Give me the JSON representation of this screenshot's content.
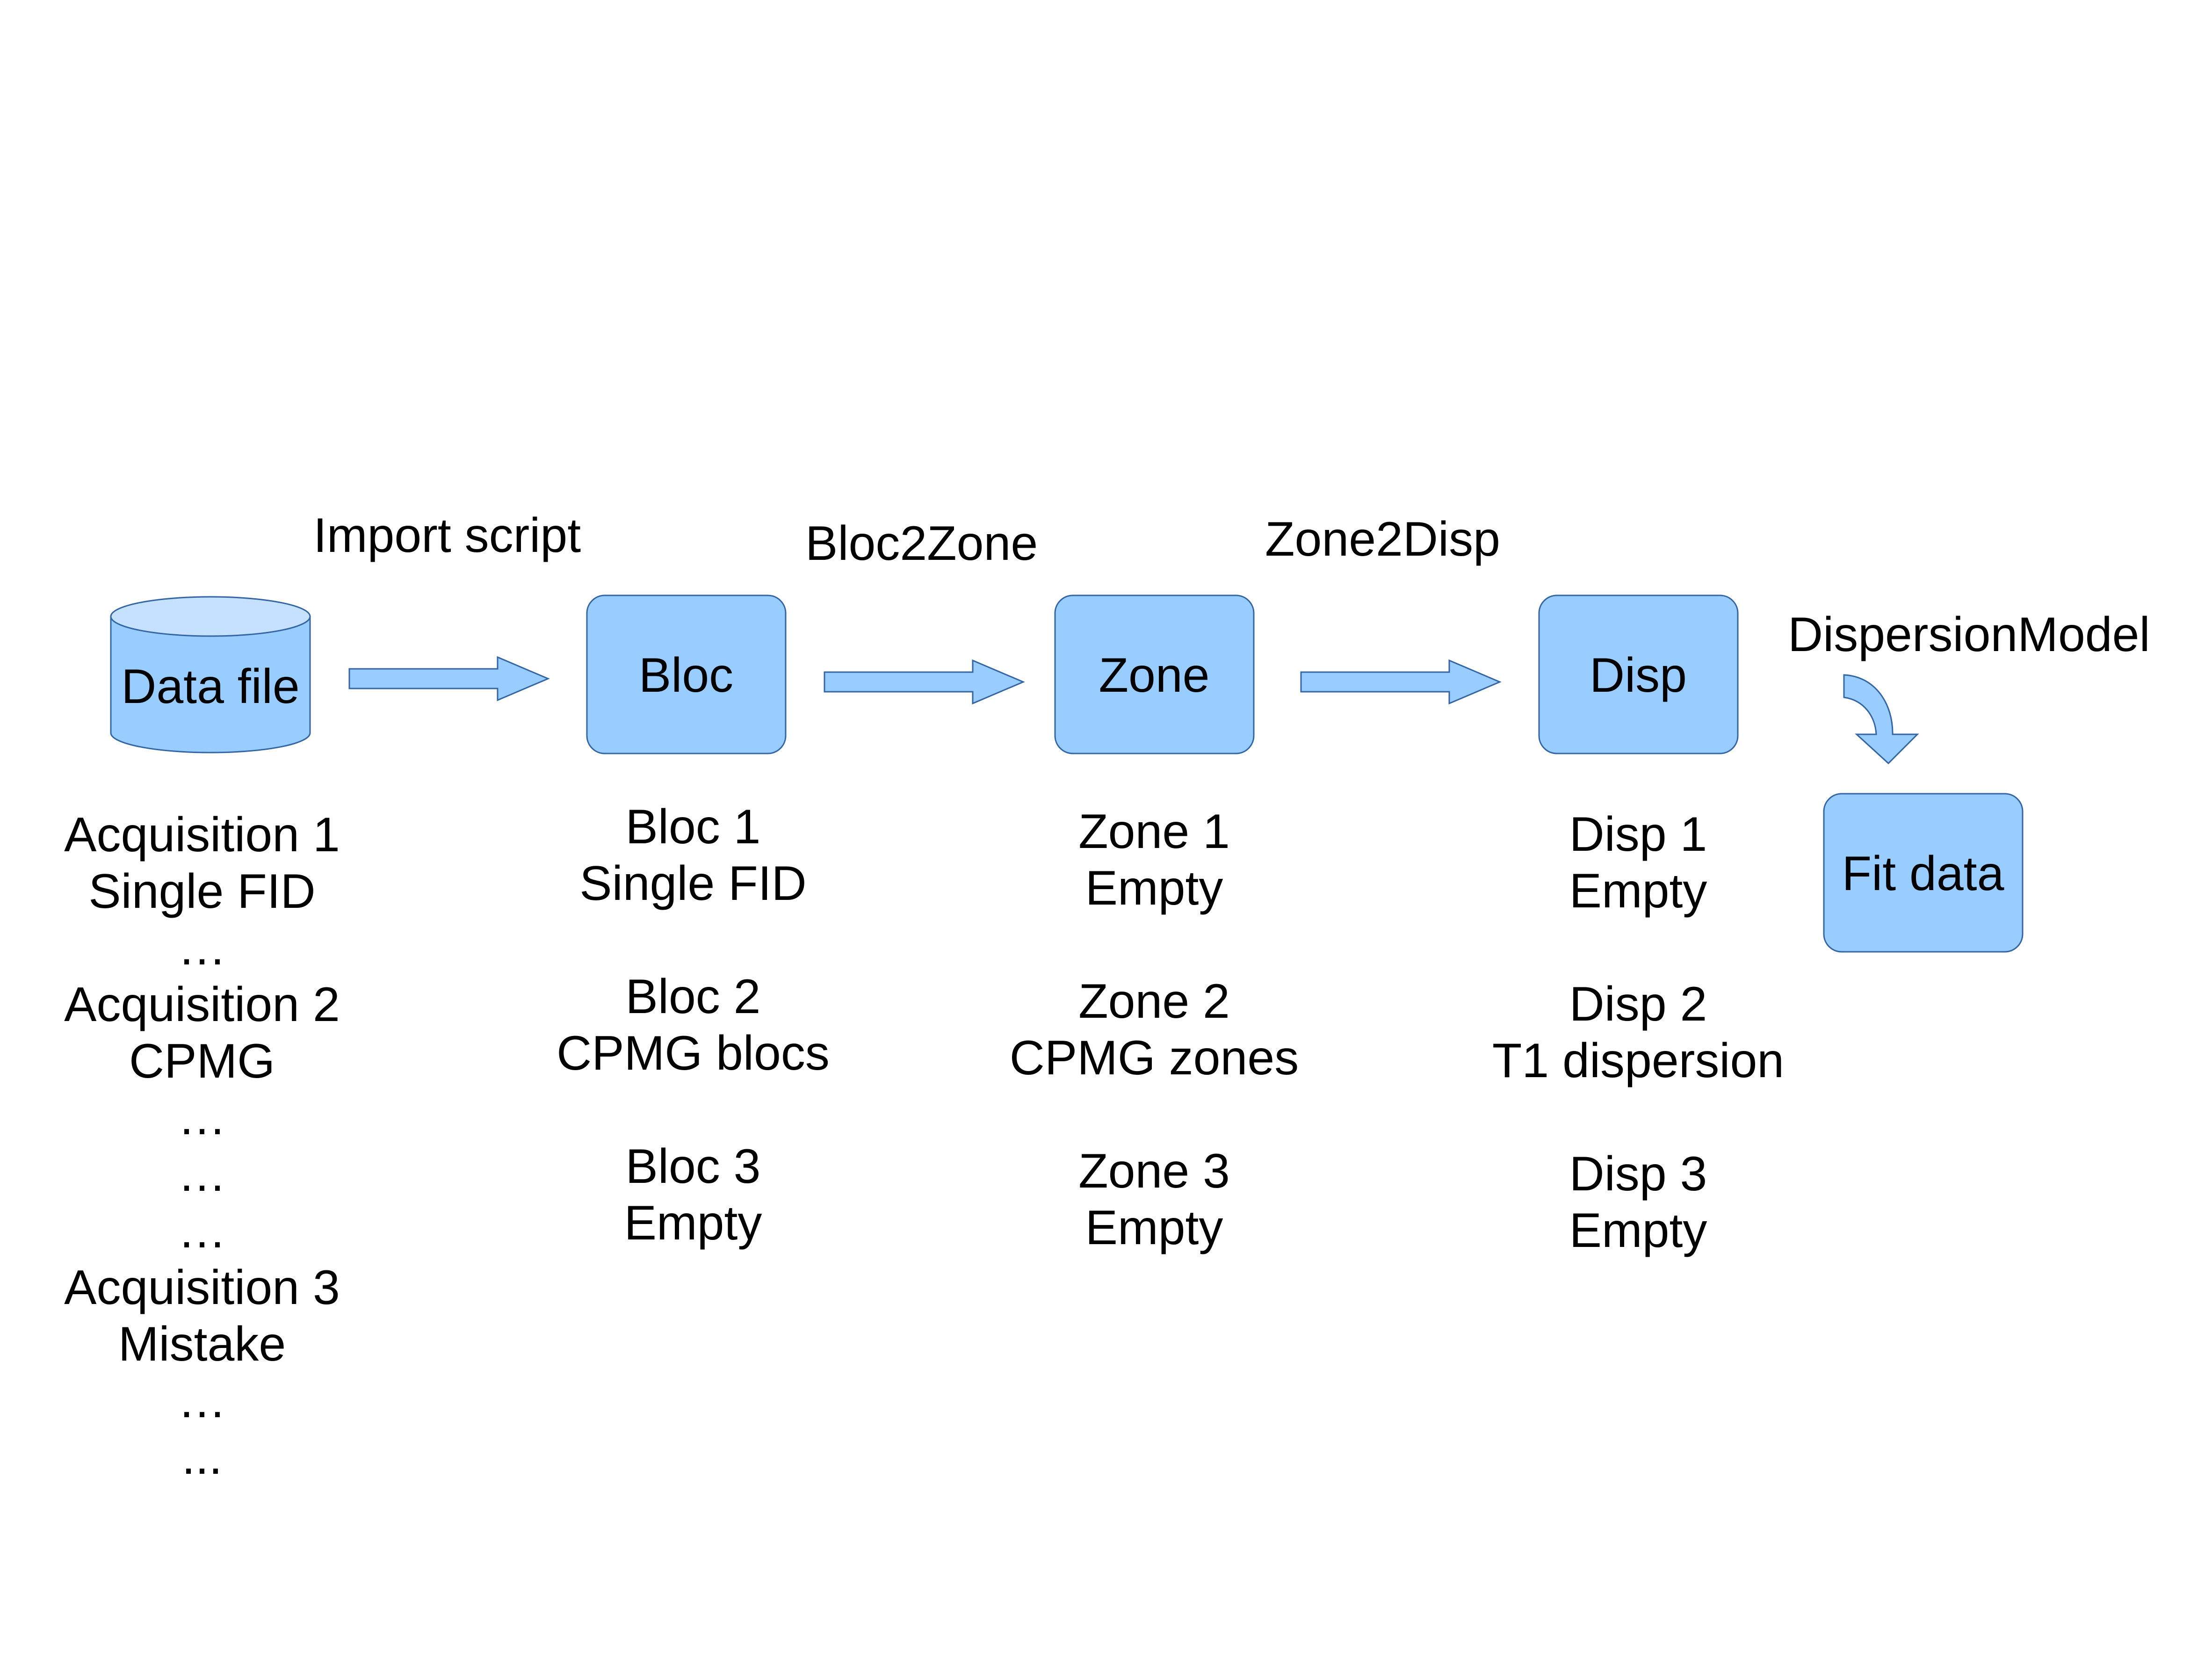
{
  "colors": {
    "box_fill": "#99ccff",
    "cylinder_top_fill": "#c6e1ff",
    "stroke": "#3465a4",
    "text": "#000000"
  },
  "nodes": {
    "data_file": "Data file",
    "bloc": "Bloc",
    "zone": "Zone",
    "disp": "Disp",
    "fit_data": "Fit data"
  },
  "arrows": {
    "import_script": "Import script",
    "bloc2zone": "Bloc2Zone",
    "zone2disp": "Zone2Disp",
    "dispersion_model": "DispersionModel"
  },
  "columns": {
    "acquisitions": [
      "Acquisition 1",
      "Single FID",
      "…",
      "Acquisition 2",
      "CPMG",
      "…",
      "…",
      "…",
      "Acquisition 3",
      "Mistake",
      "…",
      "..."
    ],
    "blocs": [
      {
        "name": "Bloc 1",
        "desc": "Single FID"
      },
      {
        "name": "Bloc 2",
        "desc": "CPMG blocs"
      },
      {
        "name": "Bloc 3",
        "desc": "Empty"
      }
    ],
    "zones": [
      {
        "name": "Zone 1",
        "desc": "Empty"
      },
      {
        "name": "Zone 2",
        "desc": "CPMG zones"
      },
      {
        "name": "Zone 3",
        "desc": "Empty"
      }
    ],
    "disps": [
      {
        "name": "Disp 1",
        "desc": "Empty"
      },
      {
        "name": "Disp 2",
        "desc": "T1 dispersion"
      },
      {
        "name": "Disp 3",
        "desc": "Empty"
      }
    ]
  }
}
